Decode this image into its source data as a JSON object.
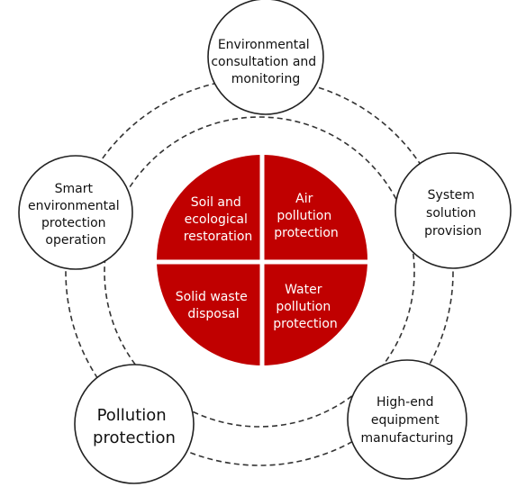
{
  "colors": {
    "core_fill": "#c00000",
    "core_divider": "#ffffff",
    "node_fill": "#ffffff",
    "node_stroke": "#222222",
    "ring_stroke": "#333333",
    "background": "#ffffff"
  },
  "core": {
    "quadrants": [
      {
        "lines": [
          "Soil and",
          "ecological",
          "restoration"
        ]
      },
      {
        "lines": [
          "Air",
          "pollution",
          "protection"
        ]
      },
      {
        "lines": [
          "Solid waste",
          "disposal"
        ]
      },
      {
        "lines": [
          "Water",
          "pollution",
          "protection"
        ]
      }
    ]
  },
  "nodes": [
    {
      "lines": [
        "Environmental",
        "consultation and",
        "monitoring"
      ]
    },
    {
      "lines": [
        "System",
        "solution",
        "provision"
      ]
    },
    {
      "lines": [
        "High-end",
        "equipment",
        "manufacturing"
      ]
    },
    {
      "lines": [
        "Pollution",
        "protection"
      ]
    },
    {
      "lines": [
        "Smart",
        "environmental",
        "protection",
        "operation"
      ]
    }
  ]
}
